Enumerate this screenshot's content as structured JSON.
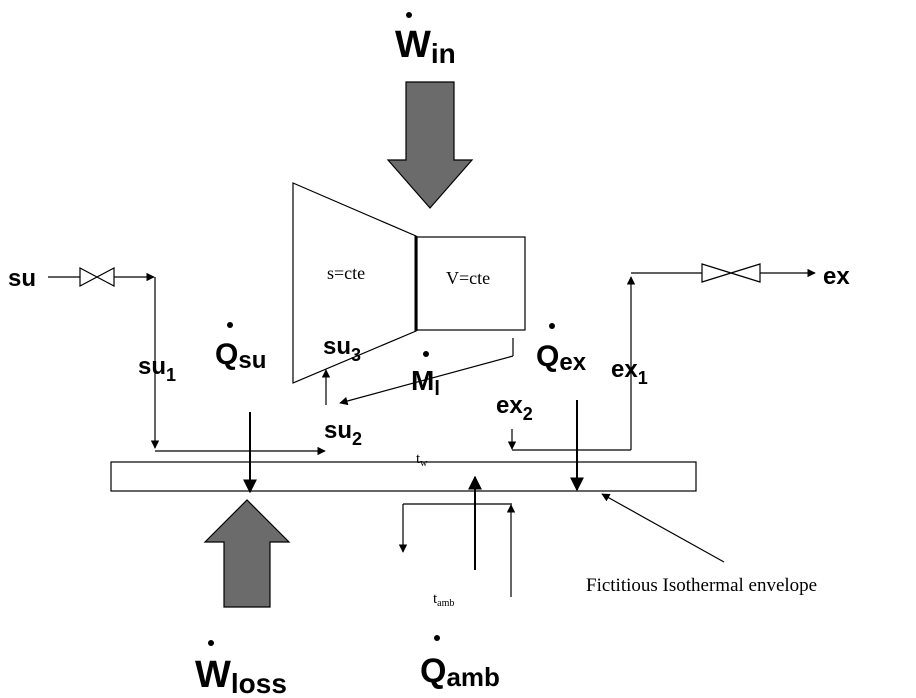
{
  "labels": {
    "w_in": {
      "sym": "W",
      "sub": "in"
    },
    "w_loss": {
      "sym": "W",
      "sub": "loss"
    },
    "q_su": {
      "sym": "Q",
      "sub": "su"
    },
    "q_ex": {
      "sym": "Q",
      "sub": "ex"
    },
    "q_amb": {
      "sym": "Q",
      "sub": "amb"
    },
    "m_l": {
      "sym": "M",
      "sub": "l"
    },
    "su": "su",
    "ex": "ex",
    "su1": {
      "base": "su",
      "sub": "1"
    },
    "su2": {
      "base": "su",
      "sub": "2"
    },
    "su3": {
      "base": "su",
      "sub": "3"
    },
    "ex1": {
      "base": "ex",
      "sub": "1"
    },
    "ex2": {
      "base": "ex",
      "sub": "2"
    },
    "s_cte": "s=cte",
    "v_cte": "V=cte",
    "t_w": {
      "base": "t",
      "sub": "w"
    },
    "t_amb": {
      "base": "t",
      "sub": "amb"
    },
    "envelope": "Fictitious Isothermal envelope"
  }
}
